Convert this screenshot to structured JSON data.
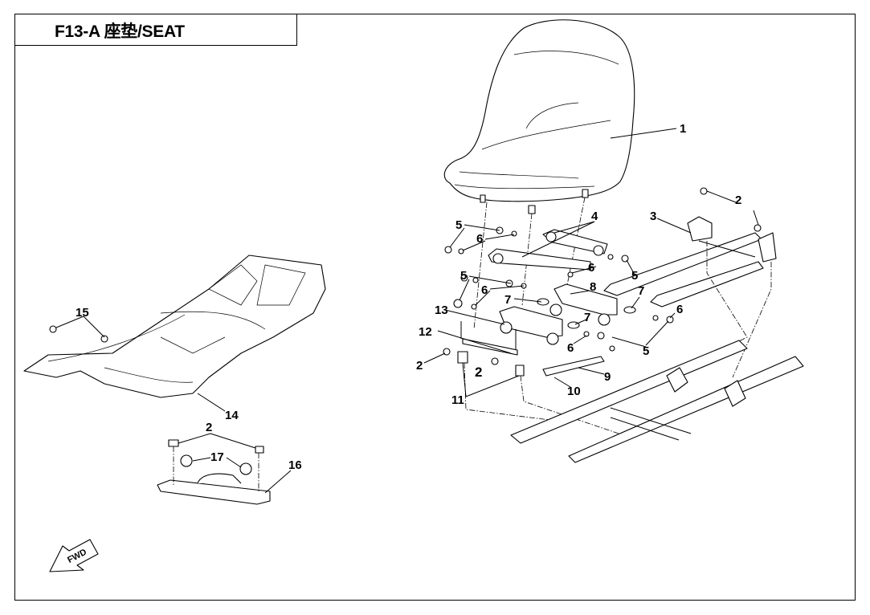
{
  "title": "F13-A 座垫/SEAT",
  "fwd_label": "FWD",
  "callouts": {
    "c1": "1",
    "c2a": "2",
    "c2b": "2",
    "c2c": "2",
    "c2d": "2",
    "c3": "3",
    "c4": "4",
    "c5a": "5",
    "c5b": "5",
    "c5c": "5",
    "c5d": "5",
    "c6a": "6",
    "c6b": "6",
    "c6c": "6",
    "c6d": "6",
    "c6e": "6",
    "c7a": "7",
    "c7b": "7",
    "c7c": "7",
    "c8": "8",
    "c9": "9",
    "c10": "10",
    "c11": "11",
    "c12": "12",
    "c13": "13",
    "c14": "14",
    "c15": "15",
    "c16": "16",
    "c17": "17"
  }
}
